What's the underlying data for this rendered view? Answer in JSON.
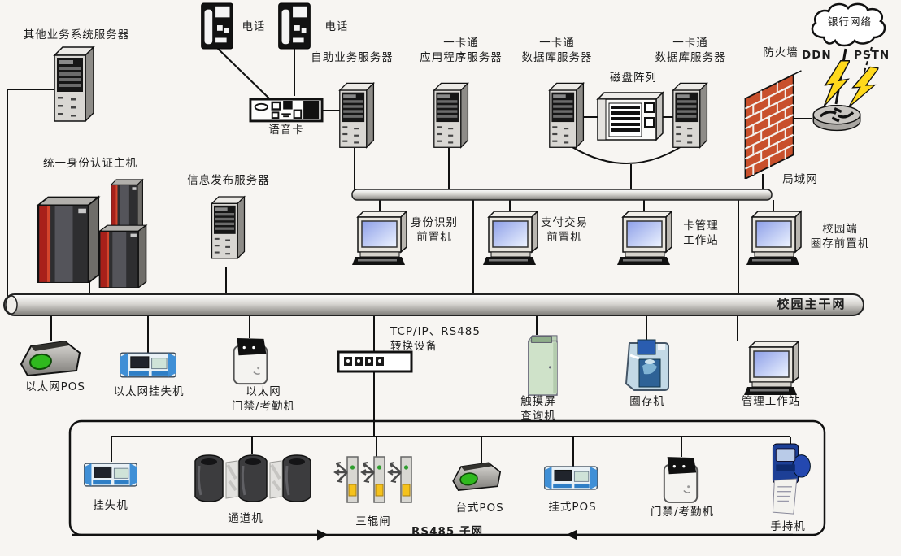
{
  "diagram_type": "campus-one-card-network-topology",
  "colors": {
    "background": "#f7f5f2",
    "brick_red": "#c8502c",
    "lightning_yellow": "#ffd91c",
    "screen_blue": "#96a7ef",
    "pos_green": "#2fb91e",
    "kiosk_green": "#cfe2c9",
    "device_blue": "#3f8fd6",
    "auth_stripe_red": "#a8201a",
    "line_black": "#111111"
  },
  "labels": {
    "other_server": "其他业务系统服务器",
    "phone": "电话",
    "voice_card": "语音卡",
    "self_service_server": "自助业务服务器",
    "auth_host": "统一身份认证主机",
    "info_server": "信息发布服务器",
    "app_server": "一卡通\n应用程序服务器",
    "db_server": "一卡通\n数据库服务器",
    "disk_array": "磁盘阵列",
    "firewall": "防火墙",
    "bank_network": "银行网络",
    "ddn": "DDN",
    "pstn": "PSTN",
    "lan": "局域网",
    "id_front": "身份识别\n前置机",
    "pay_front": "支付交易\n前置机",
    "card_ws": "卡管理\n工作站",
    "campus_front": "校园端\n圈存前置机",
    "backbone": "校园主干网",
    "eth_pos": "以太网POS",
    "eth_loss": "以太网挂失机",
    "eth_access": "以太网\n门禁/考勤机",
    "converter": "TCP/IP、RS485\n转换设备",
    "touch_query": "触摸屏\n查询机",
    "deposit": "圈存机",
    "mgmt_ws": "管理工作站",
    "loss": "挂失机",
    "channel": "通道机",
    "turnstile": "三辊闸",
    "desk_pos": "台式POS",
    "wall_pos": "挂式POS",
    "access": "门禁/考勤机",
    "handheld": "手持机",
    "rs485": "RS485 子网"
  }
}
